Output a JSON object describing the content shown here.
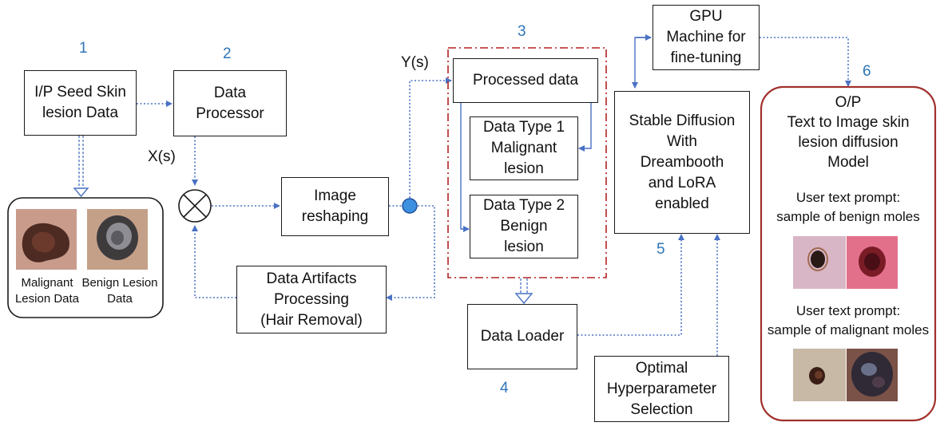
{
  "steps": {
    "s1": "1",
    "s2": "2",
    "s3": "3",
    "s4": "4",
    "s5": "5",
    "s6": "6"
  },
  "nodes": {
    "seed_data": "I/P Seed Skin\nlesion Data",
    "data_processor": "Data\nProcessor",
    "image_reshaping": "Image\nreshaping",
    "artifacts": "Data Artifacts\nProcessing\n(Hair Removal)",
    "processed_data": "Processed data",
    "type1": "Data Type 1\nMalignant\nlesion",
    "type2": "Data Type 2\nBenign\nlesion",
    "data_loader": "Data Loader",
    "gpu": "GPU\nMachine for\nfine-tuning",
    "stable_diffusion": "Stable Diffusion\nWith\nDreambooth\nand LoRA\nenabled",
    "hyperparameter": "Optimal\nHyperparameter\nSelection"
  },
  "signals": {
    "xs": "X(s)",
    "ys": "Y(s)"
  },
  "samples": {
    "malignant": "Malignant\nLesion Data",
    "benign": "Benign Lesion\nData"
  },
  "output": {
    "title": "O/P\nText to Image skin\nlesion diffusion\nModel",
    "prompt1": "User text prompt:\nsample of benign moles",
    "prompt2": "User text prompt:\nsample of malignant moles"
  },
  "colors": {
    "step_number": "#2e75b6",
    "connector": "#4a72c4",
    "output_border": "#a1302c",
    "dashed_region": "#b22222"
  }
}
